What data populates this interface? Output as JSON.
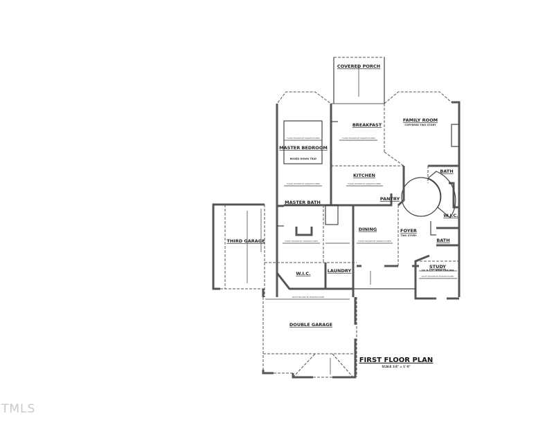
{
  "plan": {
    "title": "FIRST FLOOR PLAN",
    "scale": "SCALE 1/4\" = 1'-0\"",
    "truss_note": "FLOOR TRUSSES BY MANUFACTURER",
    "roof_truss_note": "ROOF TRUSSES BY MANUFACTURER",
    "rooms": {
      "covered_porch": "COVERED PORCH",
      "breakfast": "BREAKFAST",
      "family_room": "FAMILY ROOM",
      "family_room_sub": "COFFERED TWO STORY",
      "master_bedroom": "MASTER BEDROOM",
      "master_bedroom_sub": "BOXED DOWN TRAY",
      "kitchen": "KITCHEN",
      "bath_upper": "BATH",
      "pantry": "PANTRY",
      "master_bath": "MASTER BATH",
      "third_garage": "THIRD GARAGE",
      "dining": "DINING",
      "foyer": "FOYER",
      "foyer_sub": "TWO STORY",
      "wic_right": "W.I.C.",
      "bath_lower": "BATH",
      "study": "STUDY",
      "study_sub": "13' 6 1/2\" HIGH CEILING",
      "wic_left": "W.I.C.",
      "laundry": "LAUNDRY",
      "double_garage": "DOUBLE GARAGE"
    }
  },
  "watermark": "TMLS"
}
